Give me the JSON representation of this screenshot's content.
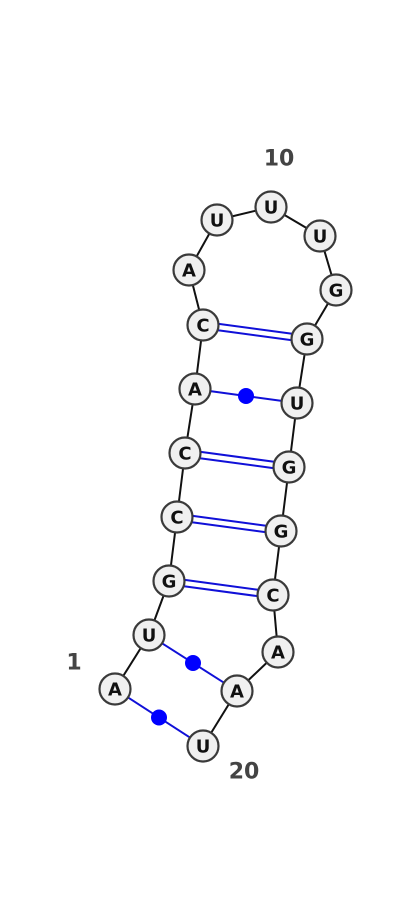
{
  "structure": {
    "sequence": [
      "A",
      "U",
      "G",
      "C",
      "C",
      "A",
      "C",
      "A",
      "U",
      "U",
      "U",
      "G",
      "G",
      "U",
      "G",
      "G",
      "C",
      "A",
      "A",
      "U"
    ],
    "numbering": [
      {
        "index": 1,
        "label": "1"
      },
      {
        "index": 10,
        "label": "10"
      },
      {
        "index": 20,
        "label": "20"
      }
    ],
    "pairs": [
      {
        "i": 1,
        "j": 20,
        "type": "wobble"
      },
      {
        "i": 2,
        "j": 19,
        "type": "wobble"
      },
      {
        "i": 3,
        "j": 17,
        "type": "canonical"
      },
      {
        "i": 4,
        "j": 16,
        "type": "canonical"
      },
      {
        "i": 5,
        "j": 15,
        "type": "canonical"
      },
      {
        "i": 6,
        "j": 14,
        "type": "wobble"
      },
      {
        "i": 7,
        "j": 13,
        "type": "canonical"
      }
    ]
  },
  "colors": {
    "pair_line": "#1010d8",
    "wobble_dot": "#0000ff",
    "node_fill": "#f0f0f0",
    "node_stroke": "#3a3a3a",
    "number_text": "#444444"
  }
}
